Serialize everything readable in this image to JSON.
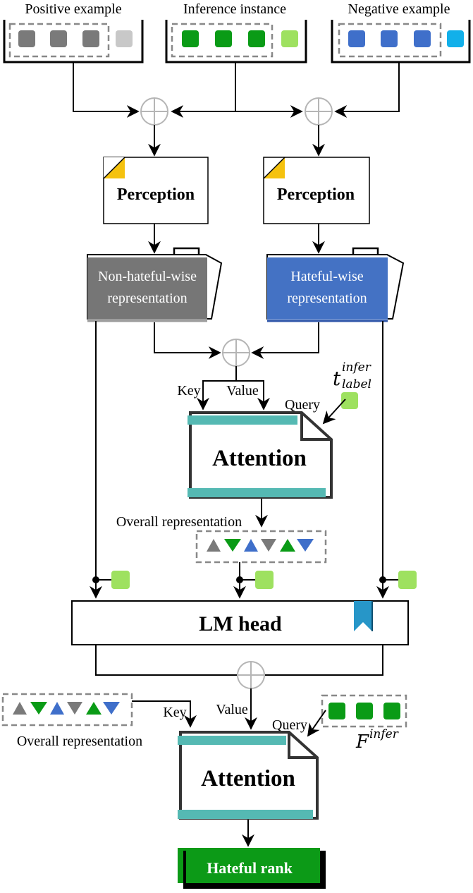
{
  "inputs": {
    "positive": "Positive example",
    "inference": "Inference instance",
    "negative": "Negative example"
  },
  "perception_left": "Perception",
  "perception_right": "Perception",
  "rep_left": [
    "Non-hateful-wise",
    "representation"
  ],
  "rep_right": [
    "Hateful-wise",
    "representation"
  ],
  "attention1": {
    "title": "Attention",
    "key": "Key",
    "value": "Value",
    "query": "Query",
    "t_main": "t",
    "t_sup": "infer",
    "t_sub": "label"
  },
  "overall1": "Overall representation",
  "lm_head": "LM head",
  "attention2": {
    "title": "Attention",
    "key": "Key",
    "value": "Value",
    "query": "Query",
    "f_main": "F",
    "f_sup": "infer"
  },
  "overall2": "Overall representation",
  "output": "Hateful rank",
  "colors": {
    "gray_sq": "#7a7a7a",
    "lightgray_sq": "#c8c8c8",
    "green_sq": "#0a9b16",
    "lightgreen_sq": "#9ee160",
    "blue_sq": "#3f6fca",
    "cyan_sq": "#12b0ea",
    "teal_bar": "#55b9b3",
    "gold": "#f5c20f",
    "ribbon": "#2796c8",
    "rank_green": "#0c9a17"
  }
}
